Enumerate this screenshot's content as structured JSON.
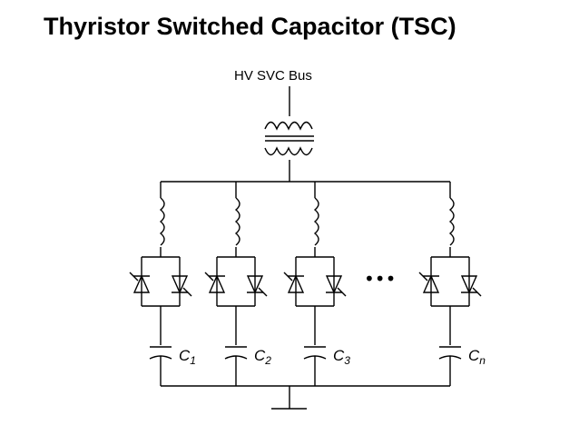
{
  "title": "Thyristor Switched Capacitor (TSC)",
  "bus_label": "HV SVC Bus",
  "ellipsis": "•••",
  "branches": [
    {
      "cap_letter": "C",
      "cap_sub": "1"
    },
    {
      "cap_letter": "C",
      "cap_sub": "2"
    },
    {
      "cap_letter": "C",
      "cap_sub": "3"
    },
    {
      "cap_letter": "C",
      "cap_sub": "n"
    }
  ],
  "colors": {
    "line": "#000000",
    "background": "#ffffff"
  }
}
